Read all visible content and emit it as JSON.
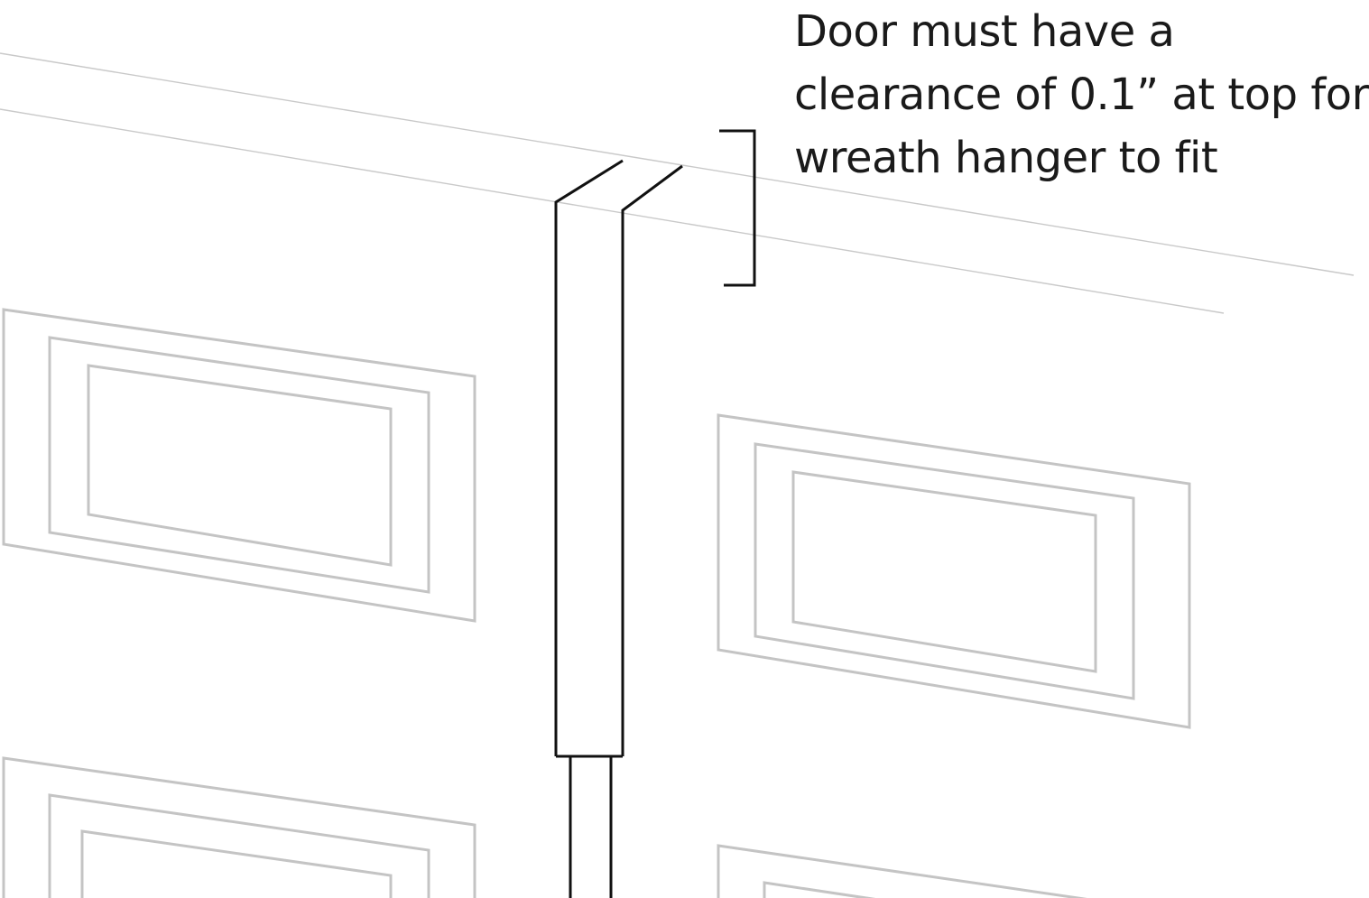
{
  "callout": {
    "lines": [
      "Door must have a",
      "clearance of 0.1” at top for",
      "wreath hanger to fit"
    ]
  },
  "colors": {
    "background": "#ffffff",
    "door_outline": "#c4c4c4",
    "hanger_outline": "#111111",
    "text": "#1a1a1a"
  }
}
